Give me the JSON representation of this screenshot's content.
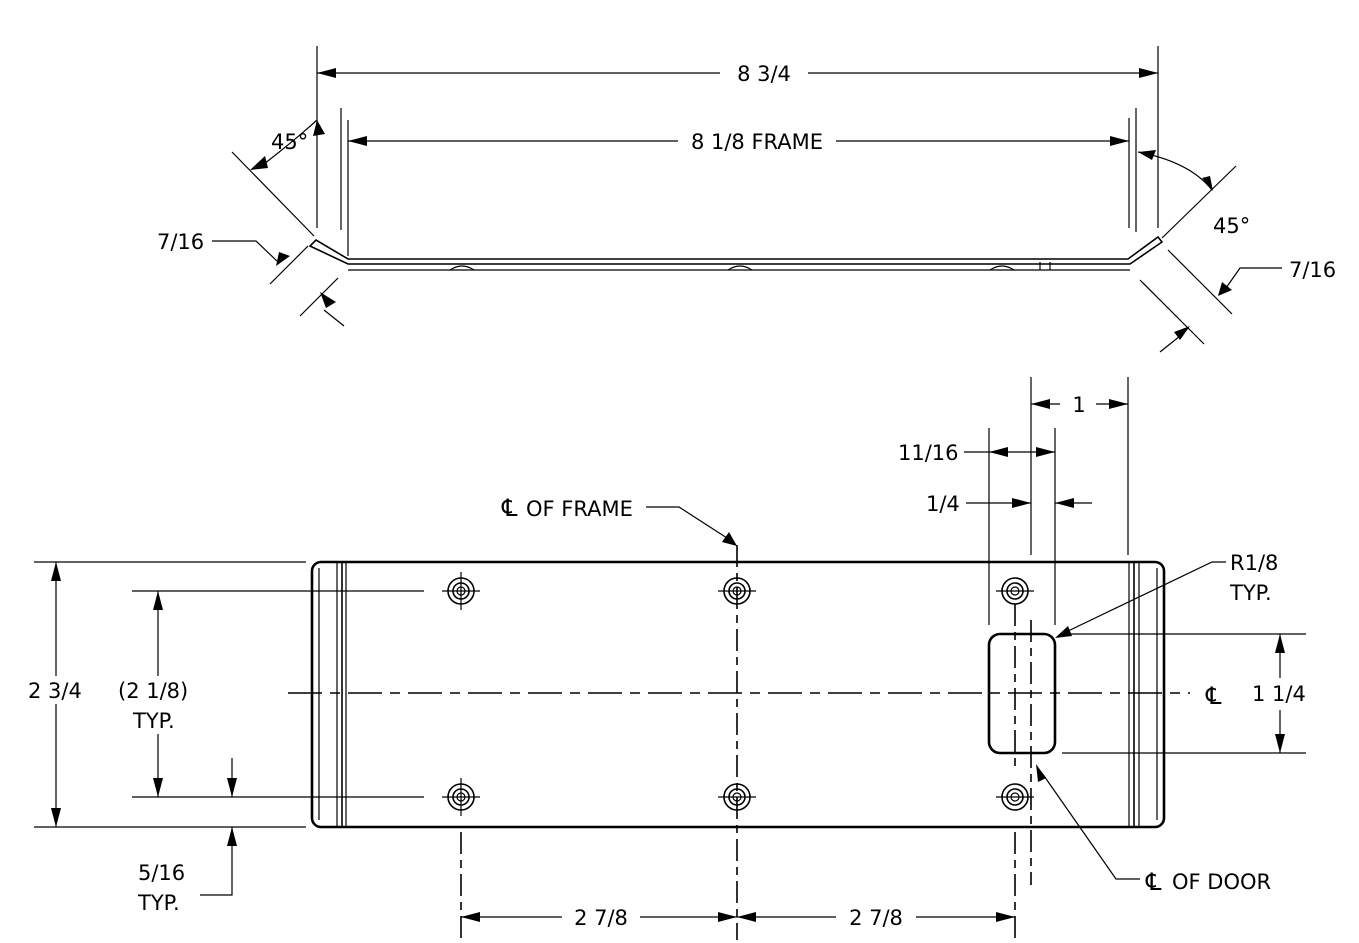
{
  "top_view": {
    "overall_width": "8 3/4",
    "frame_width": "8 1/8 FRAME",
    "angle_left": "45°",
    "angle_right": "45°",
    "flange_left": "7/16",
    "flange_right": "7/16"
  },
  "plan_view": {
    "centerline_frame": "OF FRAME",
    "centerline_door": "OF DOOR",
    "centerline_symbol": "℄",
    "dim_1": "1",
    "dim_11_16": "11/16",
    "dim_1_4": "1/4",
    "radius": "R1/8",
    "radius_typ": "TYP.",
    "height_overall": "2 3/4",
    "hole_spacing": "(2 1/8)",
    "hole_spacing_typ": "TYP.",
    "slot_height": "1 1/4",
    "edge_offset": "5/16",
    "edge_offset_typ": "TYP.",
    "spacing_left": "2 7/8",
    "spacing_right": "2 7/8"
  }
}
